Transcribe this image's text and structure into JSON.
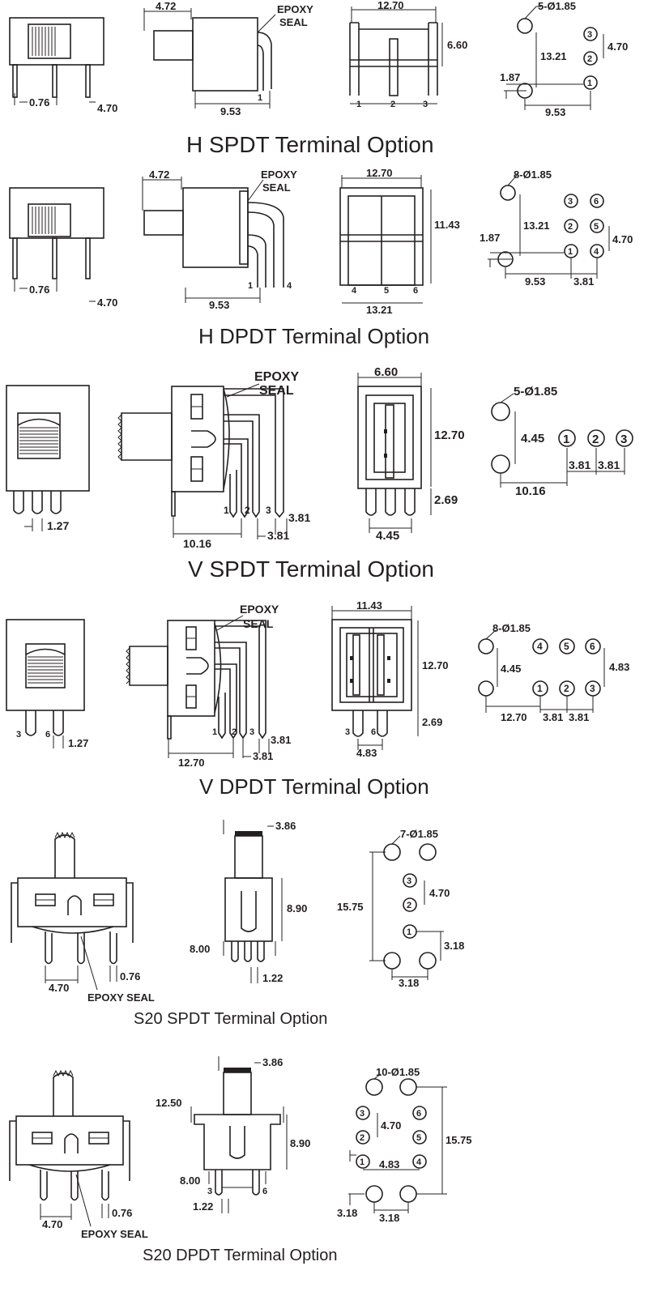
{
  "sections": [
    {
      "id": "h-spdt",
      "title": "H SPDT Terminal Option",
      "side": [
        "0.76",
        "4.70"
      ],
      "profile": [
        "4.72",
        "EPOXY",
        "SEAL",
        "9.53",
        "1"
      ],
      "top": [
        "12.70",
        "6.60",
        "1",
        "2",
        "3"
      ],
      "pcb": {
        "holes": "5-Ø1.85",
        "dims": [
          "13.21",
          "4.70",
          "1.87",
          "9.53"
        ],
        "pins": [
          "1",
          "2",
          "3"
        ]
      }
    },
    {
      "id": "h-dpdt",
      "title": "H DPDT Terminal Option",
      "side": [
        "0.76",
        "4.70"
      ],
      "profile": [
        "4.72",
        "EPOXY",
        "SEAL",
        "9.53",
        "1",
        "4"
      ],
      "top": [
        "12.70",
        "11.43",
        "13.21",
        "4",
        "5",
        "6"
      ],
      "pcb": {
        "holes": "8-Ø1.85",
        "dims": [
          "13.21",
          "4.70",
          "1.87",
          "9.53",
          "3.81"
        ],
        "pins": [
          "1",
          "2",
          "3",
          "4",
          "5",
          "6"
        ]
      }
    },
    {
      "id": "v-spdt",
      "title": "V SPDT Terminal Option",
      "side": [
        "1.27"
      ],
      "profile": [
        "EPOXY",
        "SEAL",
        "1",
        "2",
        "3",
        "3.81",
        "10.16",
        "3.81"
      ],
      "top": [
        "6.60",
        "12.70",
        "2.69",
        "4.45"
      ],
      "pcb": {
        "holes": "5-Ø1.85",
        "dims": [
          "4.45",
          "3.81",
          "3.81",
          "10.16"
        ],
        "pins": [
          "1",
          "2",
          "3"
        ]
      }
    },
    {
      "id": "v-dpdt",
      "title": "V DPDT Terminal Option",
      "side": [
        "3",
        "6",
        "1.27"
      ],
      "profile": [
        "EPOXY",
        "SEAL",
        "1",
        "2",
        "3",
        "3.81",
        "12.70",
        "3.81"
      ],
      "top": [
        "11.43",
        "12.70",
        "2.69",
        "4.83",
        "3",
        "6"
      ],
      "pcb": {
        "holes": "8-Ø1.85",
        "dims": [
          "4.45",
          "4.83",
          "12.70",
          "3.81",
          "3.81"
        ],
        "pins": [
          "1",
          "2",
          "3",
          "4",
          "5",
          "6"
        ]
      }
    },
    {
      "id": "s20-spdt",
      "title": "S20 SPDT Terminal Option",
      "front": [
        "4.70",
        "0.76",
        "EPOXY SEAL"
      ],
      "profile": [
        "3.86",
        "8.90",
        "8.00",
        "1.22"
      ],
      "pcb": {
        "holes": "7-Ø1.85",
        "dims": [
          "15.75",
          "4.70",
          "3.18",
          "3.18"
        ],
        "pins": [
          "1",
          "2",
          "3"
        ]
      }
    },
    {
      "id": "s20-dpdt",
      "title": "S20 DPDT Terminal Option",
      "front": [
        "4.70",
        "0.76",
        "EPOXY SEAL"
      ],
      "profile": [
        "3.86",
        "12.50",
        "8.90",
        "8.00",
        "1.22",
        "3",
        "6"
      ],
      "pcb": {
        "holes": "10-Ø1.85",
        "dims": [
          "4.70",
          "15.75",
          "4.83",
          "3.18",
          "3.18"
        ],
        "pins": [
          "1",
          "2",
          "3",
          "4",
          "5",
          "6"
        ]
      }
    }
  ]
}
